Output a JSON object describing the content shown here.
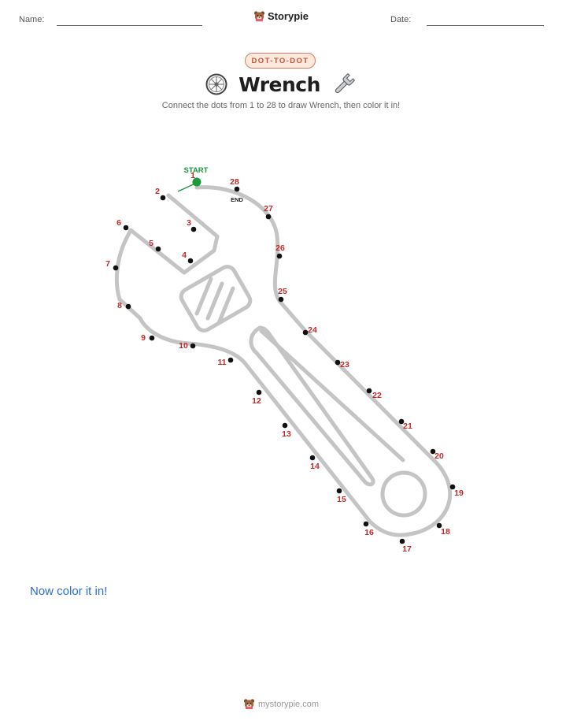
{
  "header": {
    "name_label": "Name:",
    "date_label": "Date:",
    "brand": "Storypie"
  },
  "badge": "DOT-TO-DOT",
  "title": "Wrench",
  "subtitle": "Connect the dots from 1 to 28 to draw Wrench, then color it in!",
  "puzzle": {
    "start_label": "START",
    "end_label": "END",
    "dot_color": "#111111",
    "number_color": "#c62828",
    "start_color": "#1b9a3c",
    "outline_color": "#c4c4c4",
    "dots": [
      {
        "n": "1"
      },
      {
        "n": "2"
      },
      {
        "n": "3"
      },
      {
        "n": "4"
      },
      {
        "n": "5"
      },
      {
        "n": "6"
      },
      {
        "n": "7"
      },
      {
        "n": "8"
      },
      {
        "n": "9"
      },
      {
        "n": "10"
      },
      {
        "n": "11"
      },
      {
        "n": "12"
      },
      {
        "n": "13"
      },
      {
        "n": "14"
      },
      {
        "n": "15"
      },
      {
        "n": "16"
      },
      {
        "n": "17"
      },
      {
        "n": "18"
      },
      {
        "n": "19"
      },
      {
        "n": "20"
      },
      {
        "n": "21"
      },
      {
        "n": "22"
      },
      {
        "n": "23"
      },
      {
        "n": "24"
      },
      {
        "n": "25"
      },
      {
        "n": "26"
      },
      {
        "n": "27"
      },
      {
        "n": "28"
      }
    ]
  },
  "prompt": "Now color it in!",
  "footer": "mystorypie.com"
}
